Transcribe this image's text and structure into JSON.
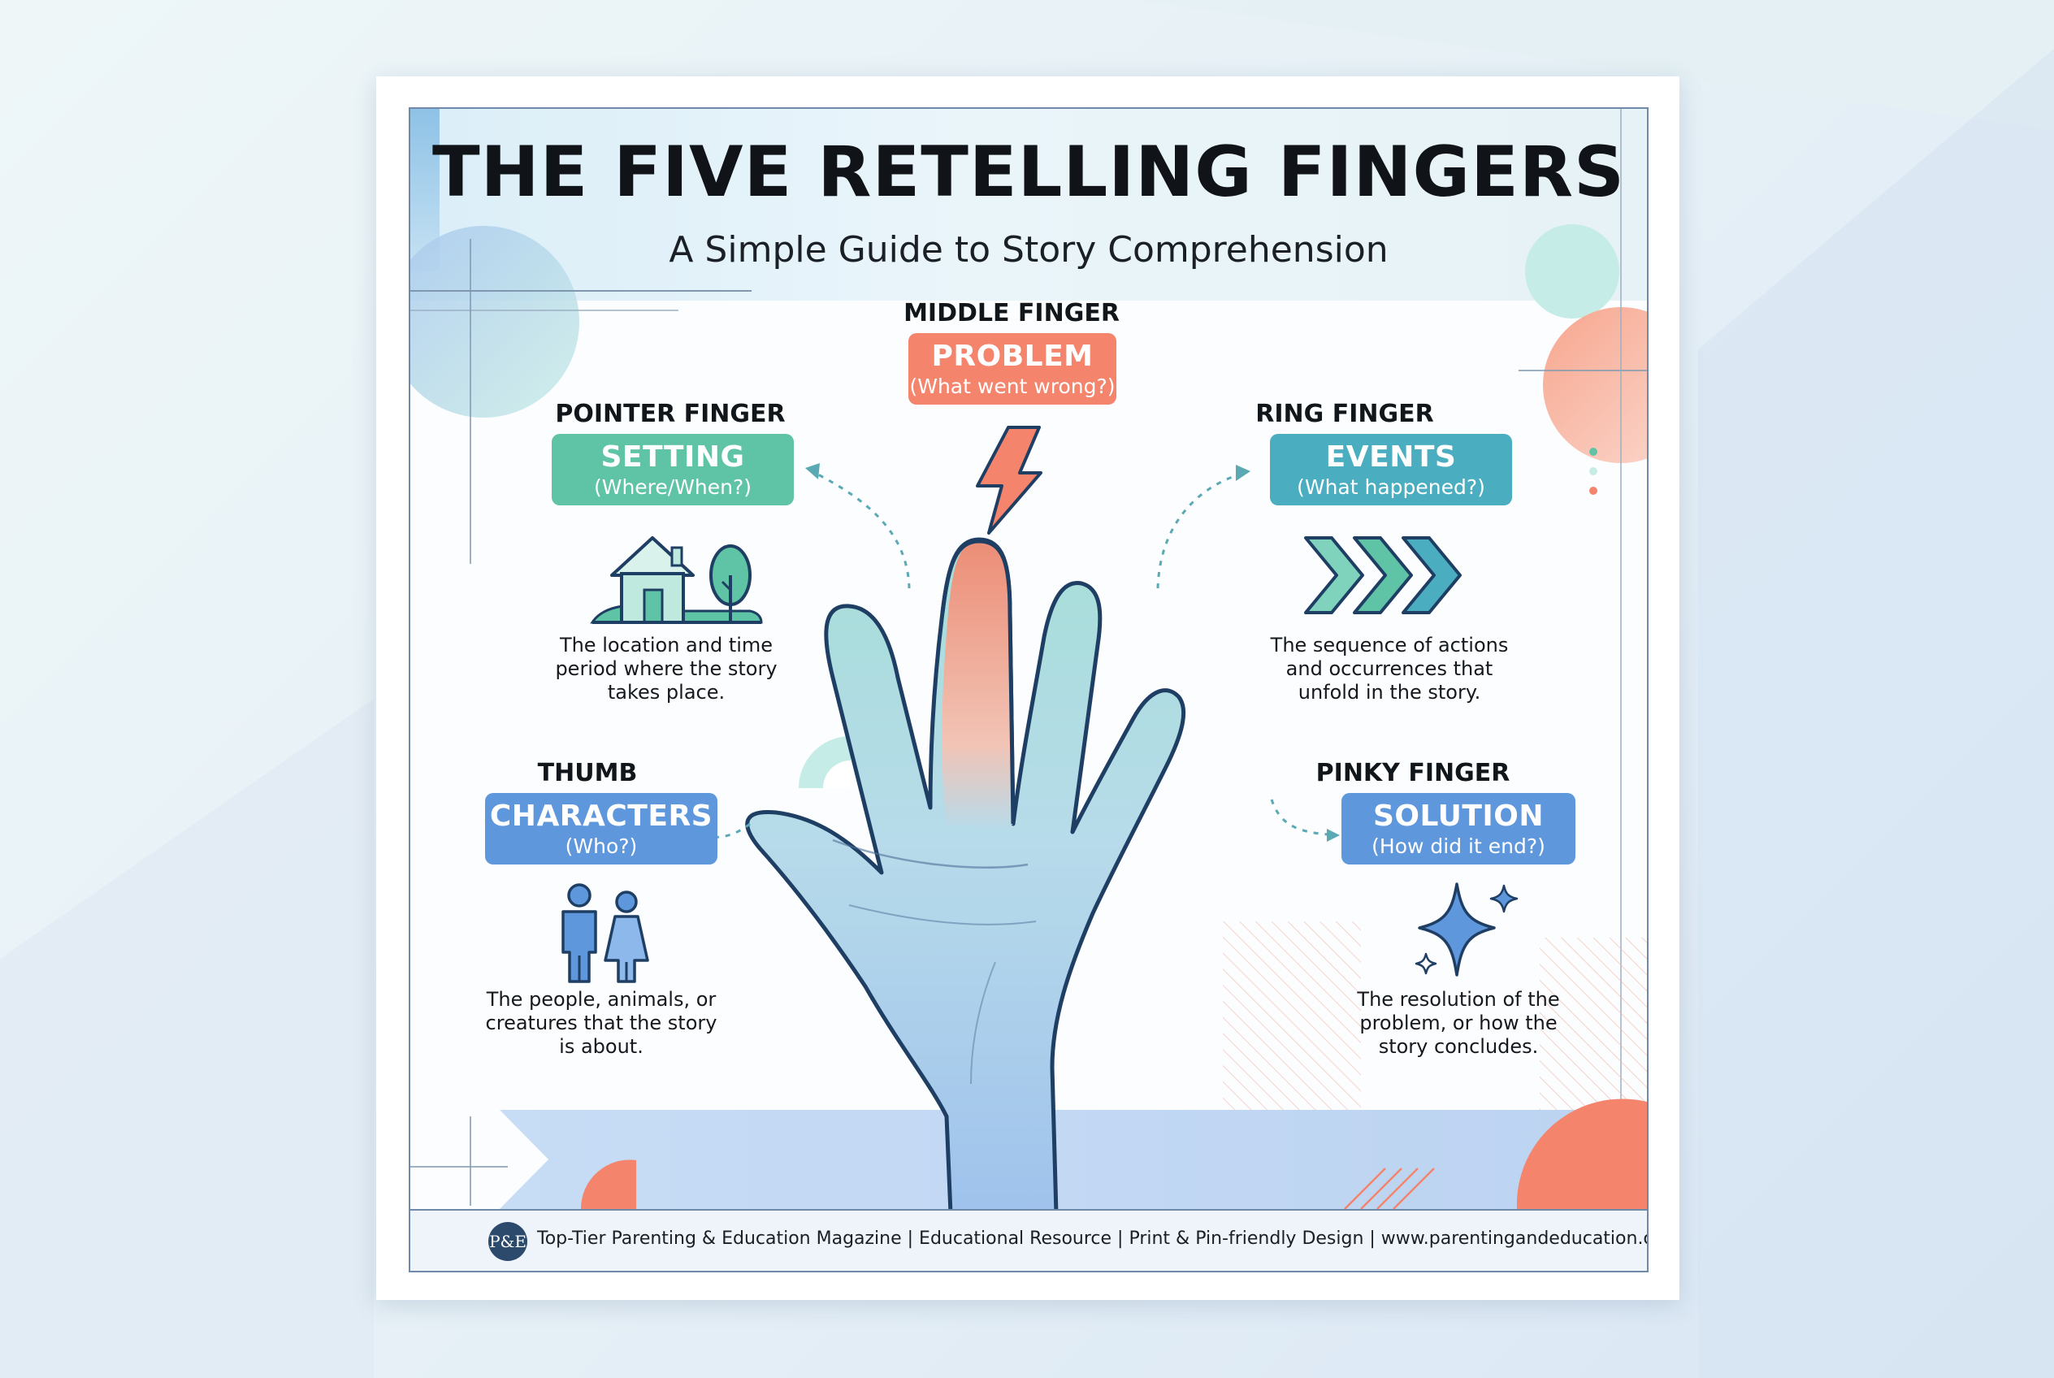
{
  "title": "THE FIVE RETELLING FINGERS",
  "subtitle": "A Simple Guide to Story Comprehension",
  "colors": {
    "teal": "#5fc3a6",
    "coral": "#f4846b",
    "cyan": "#4aaec0",
    "blue": "#5e97db",
    "navy": "#2c4a6b"
  },
  "fingers": {
    "middle": {
      "finger": "MIDDLE FINGER",
      "name": "PROBLEM",
      "question": "(What went wrong?)",
      "icon": "lightning-bolt-icon"
    },
    "pointer": {
      "finger": "POINTER FINGER",
      "name": "SETTING",
      "question": "(Where/When?)",
      "description": "The location and time period where the story takes place.",
      "icon": "house-tree-icon"
    },
    "ring": {
      "finger": "RING FINGER",
      "name": "EVENTS",
      "question": "(What happened?)",
      "description": "The sequence of actions and occurrences that unfold in the story.",
      "icon": "chevron-arrows-icon"
    },
    "thumb": {
      "finger": "THUMB",
      "name": "CHARACTERS",
      "question": "(Who?)",
      "description": "The people, animals, or creatures that the story is about.",
      "icon": "people-icon"
    },
    "pinky": {
      "finger": "PINKY FINGER",
      "name": "SOLUTION",
      "question": "(How did it end?)",
      "description": "The resolution of the problem, or how the story concludes.",
      "icon": "sparkle-icon"
    }
  },
  "footer": {
    "logo": "P&E",
    "text": "Top-Tier Parenting & Education Magazine | Educational Resource | Print & Pin-friendly Design | www.parentingandeducation.com"
  }
}
